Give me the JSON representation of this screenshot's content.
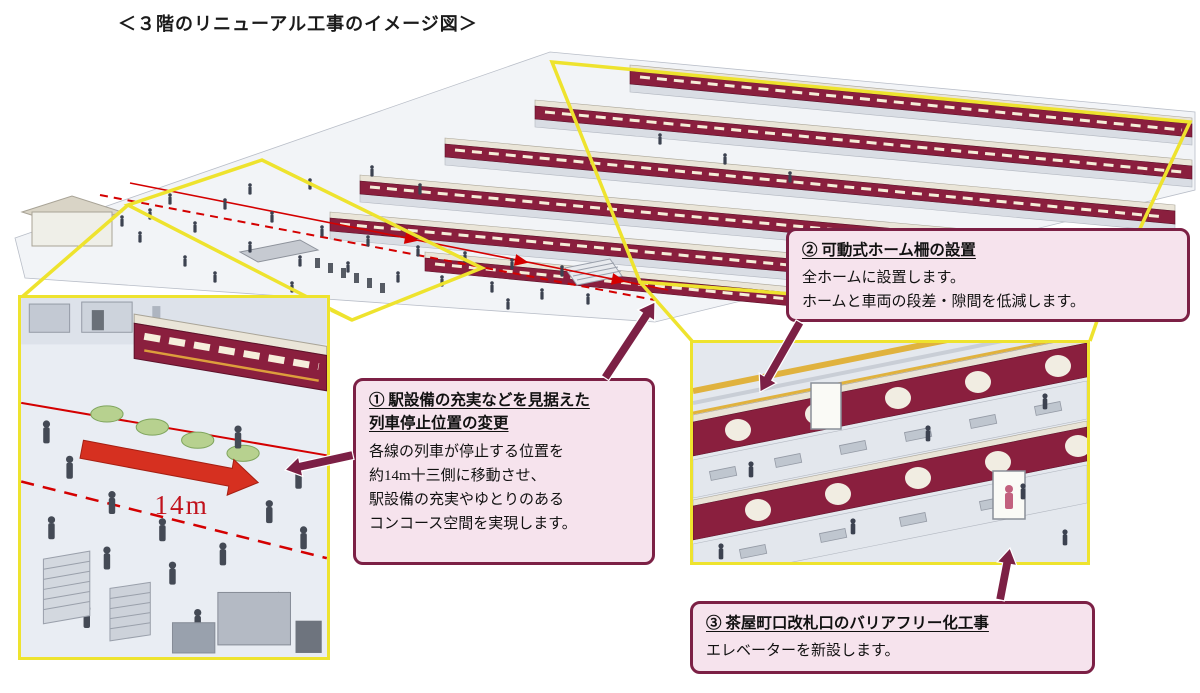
{
  "page": {
    "title": "＜３階のリニューアル工事のイメージ図＞"
  },
  "callouts": {
    "stop_position": {
      "title_line1": "① 駅設備の充実などを見据えた",
      "title_line2": "列車停止位置の変更",
      "body": "各線の列車が停止する位置を\n約14m十三側に移動させ、\n駅設備の充実やゆとりのある\nコンコース空間を実現します。"
    },
    "platform_doors": {
      "title": "② 可動式ホーム柵の設置",
      "body": "全ホームに設置します。\nホームと車両の段差・隙間を低減します。"
    },
    "barrier_free": {
      "title": "③ 茶屋町口改札口のバリアフリー化工事",
      "body": "エレベーターを新設します。"
    }
  },
  "labels": {
    "shift_distance": "14m"
  },
  "colors": {
    "train_maroon": "#8a1f3e",
    "callout_border": "#7c2045",
    "callout_bg": "#f6e3ed",
    "highlight_yellow": "#eee32e",
    "accent_red": "#d40000"
  }
}
